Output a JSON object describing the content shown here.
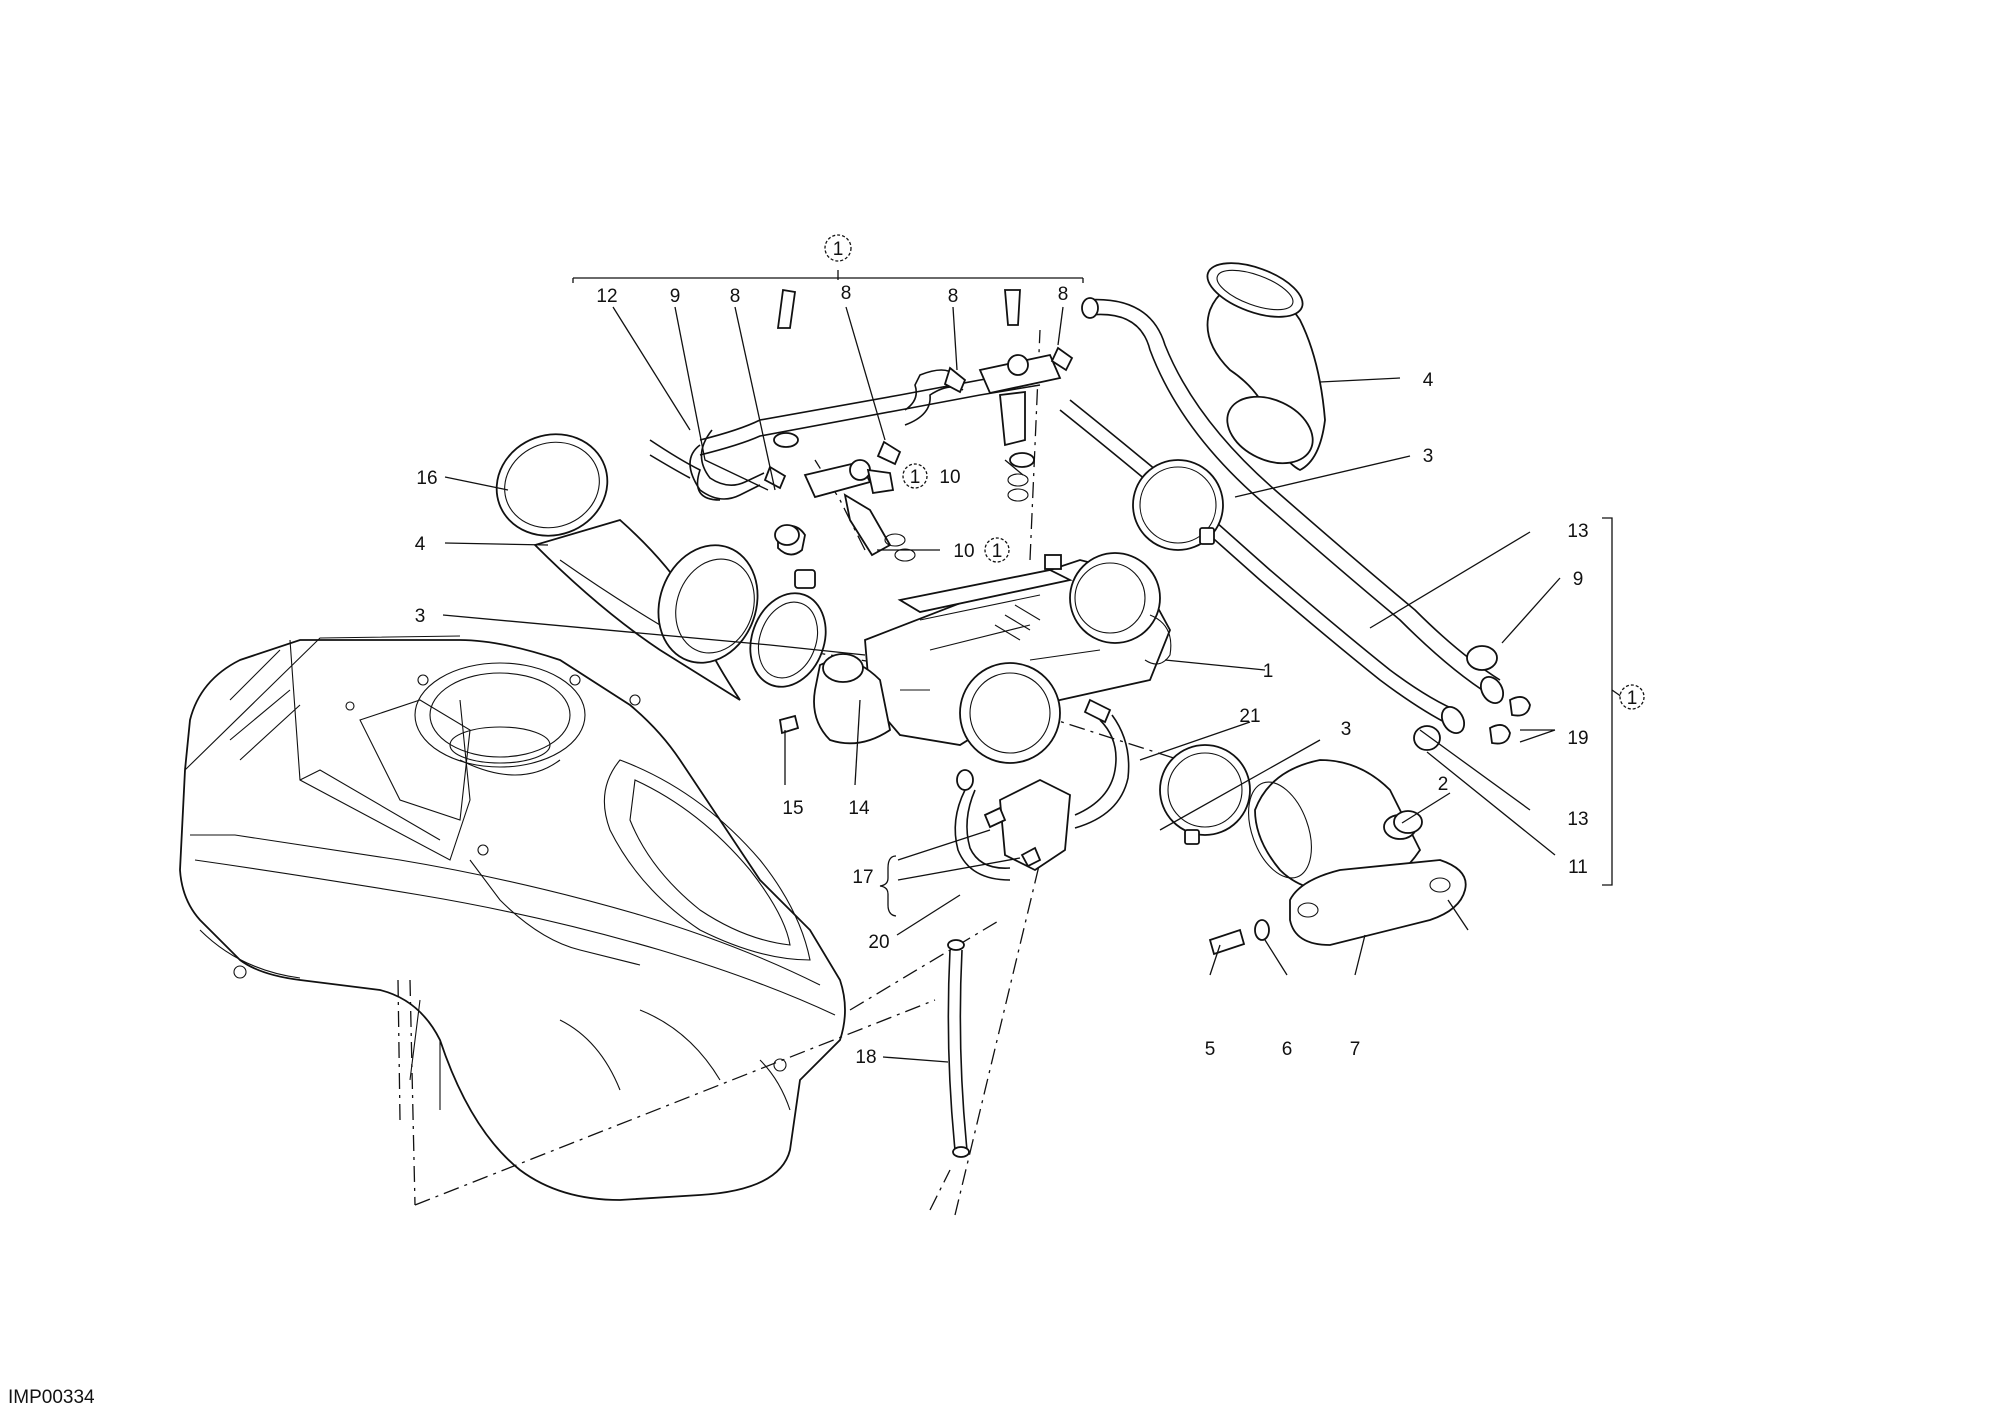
{
  "diagram_code": "IMP00334",
  "kit_marker": "1",
  "callouts": [
    {
      "id": "c12a",
      "text": "12"
    },
    {
      "id": "c9a",
      "text": "9"
    },
    {
      "id": "c8a",
      "text": "8"
    },
    {
      "id": "c8b",
      "text": "8"
    },
    {
      "id": "c8c",
      "text": "8"
    },
    {
      "id": "c8d",
      "text": "8"
    },
    {
      "id": "c4a",
      "text": "4"
    },
    {
      "id": "c3a",
      "text": "3"
    },
    {
      "id": "c16",
      "text": "16"
    },
    {
      "id": "c4b",
      "text": "4"
    },
    {
      "id": "c3b",
      "text": "3"
    },
    {
      "id": "c10a",
      "text": "10"
    },
    {
      "id": "c10b",
      "text": "10"
    },
    {
      "id": "c13a",
      "text": "13"
    },
    {
      "id": "c9b",
      "text": "9"
    },
    {
      "id": "c1",
      "text": "1"
    },
    {
      "id": "c21",
      "text": "21"
    },
    {
      "id": "c3c",
      "text": "3"
    },
    {
      "id": "c19",
      "text": "19"
    },
    {
      "id": "c2",
      "text": "2"
    },
    {
      "id": "c13b",
      "text": "13"
    },
    {
      "id": "c11",
      "text": "11"
    },
    {
      "id": "c15",
      "text": "15"
    },
    {
      "id": "c14",
      "text": "14"
    },
    {
      "id": "c17",
      "text": "17"
    },
    {
      "id": "c20",
      "text": "20"
    },
    {
      "id": "c5",
      "text": "5"
    },
    {
      "id": "c6",
      "text": "6"
    },
    {
      "id": "c7",
      "text": "7"
    },
    {
      "id": "c18",
      "text": "18"
    }
  ]
}
